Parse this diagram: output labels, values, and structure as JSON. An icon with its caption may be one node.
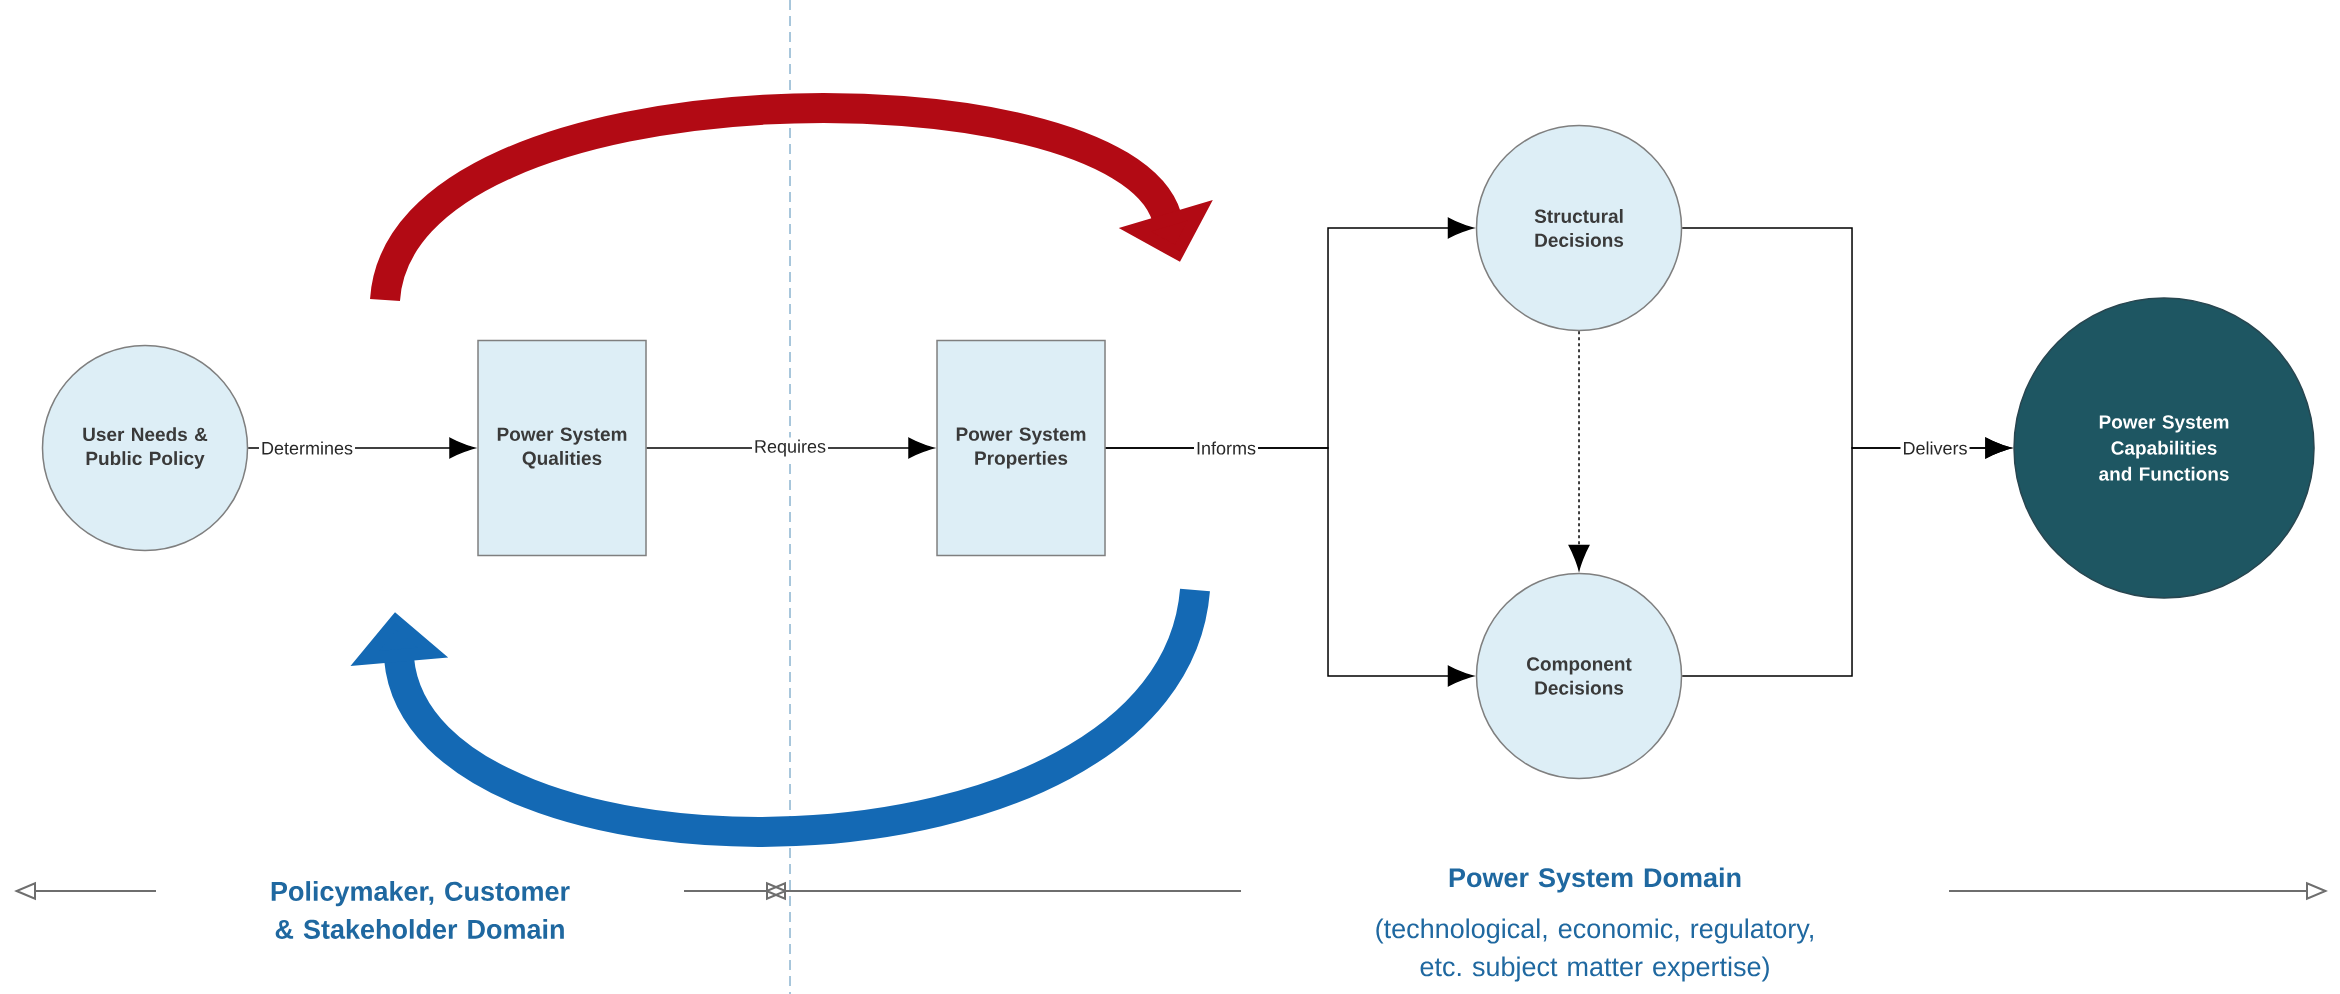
{
  "diagram": {
    "nodes": [
      {
        "text": [
          "User Needs & Public Policy"
        ]
      },
      {
        "text": [
          "Power System Qualities"
        ]
      },
      {
        "text": [
          "Power System Properties"
        ]
      },
      {
        "text": [
          "Structural Decisions"
        ]
      },
      {
        "text": [
          "Component Decisions"
        ]
      },
      {
        "text": [
          "Power System Capabilities and Functions"
        ]
      }
    ],
    "edges": [
      {
        "from": 0,
        "to": 1,
        "arrow": "to",
        "label": "Determines"
      },
      {
        "from": 1,
        "to": 2,
        "arrow": "to",
        "label": "Requires"
      },
      {
        "from": 2,
        "to": 3,
        "arrow": "to",
        "label": "Informs"
      },
      {
        "from": 2,
        "to": 4,
        "arrow": "to"
      },
      {
        "from": 3,
        "to": 4,
        "arrow": "to",
        "style": "dashed"
      },
      {
        "from": 3,
        "to": 5,
        "arrow": "to",
        "label": "Delivers"
      },
      {
        "from": 4,
        "to": 5,
        "arrow": "to"
      }
    ],
    "labels": [
      "Policymaker, Customer & Stakeholder Domain",
      "Power System Domain",
      "(technological, economic, regulatory, etc. subject matter expertise)"
    ]
  }
}
